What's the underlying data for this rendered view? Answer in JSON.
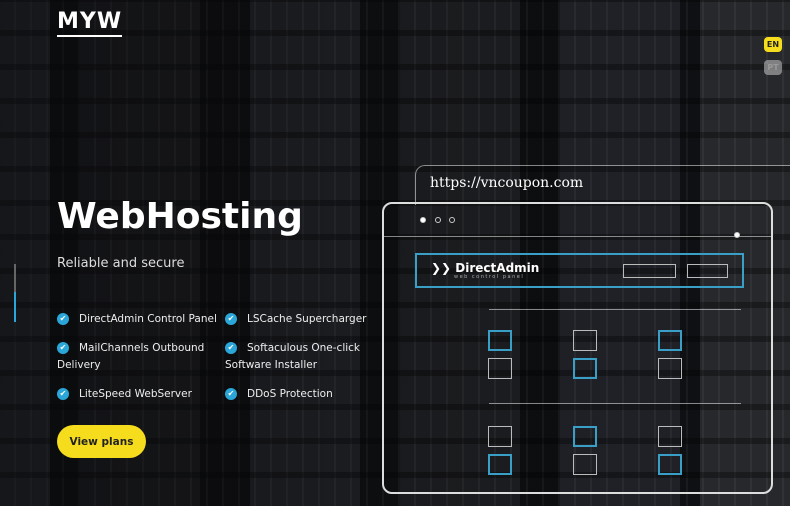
{
  "brand": {
    "logo": "MYW"
  },
  "languages": [
    {
      "code": "EN",
      "active": true
    },
    {
      "code": "PT",
      "active": false
    }
  ],
  "hero": {
    "title": "WebHosting",
    "subtitle": "Reliable and secure",
    "cta": "View plans"
  },
  "features": [
    {
      "label": "DirectAdmin Control Panel",
      "icon": "check-circle-icon"
    },
    {
      "label": "LSCache Supercharger",
      "icon": "check-circle-icon"
    },
    {
      "label": "MailChannels Outbound Delivery",
      "icon": "check-circle-icon"
    },
    {
      "label": "Softaculous One-click Software Installer",
      "icon": "check-circle-icon"
    },
    {
      "label": "LiteSpeed WebServer",
      "icon": "check-circle-icon"
    },
    {
      "label": "DDoS Protection",
      "icon": "check-circle-icon"
    }
  ],
  "illustration": {
    "url": "https://vncoupon.com",
    "panel_brand": "DirectAdmin",
    "panel_tagline": "web control panel"
  },
  "colors": {
    "accent": "#f5dc1c",
    "check": "#2aa7d8",
    "panel_border": "#3a9fc6"
  }
}
